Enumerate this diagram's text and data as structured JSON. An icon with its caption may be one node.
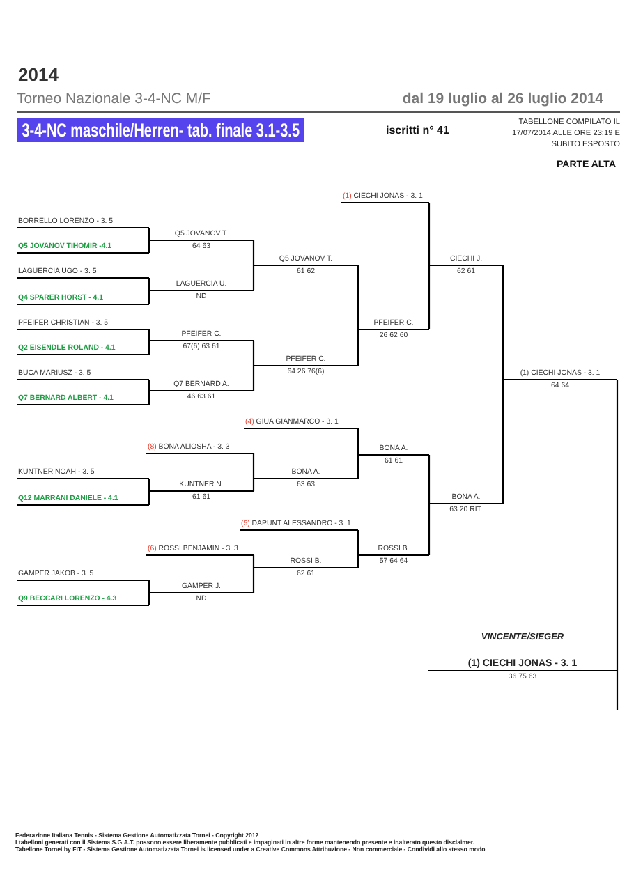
{
  "diagram": {
    "title": "3-4-NC maschile/Herren- tab. finale 3.1-3.5",
    "nodes": [
      {
        "text": [
          "(1) CIECHI JONAS - 3. 1"
        ]
      },
      {
        "text": [
          "BORRELLO LORENZO - 3. 5"
        ]
      },
      {
        "text": [
          "Q5 JOVANOV T.",
          "64 63"
        ]
      },
      {
        "text": [
          "Q5 JOVANOV TIHOMIR -4.1"
        ]
      },
      {
        "text": [
          "Q5 JOVANOV T.",
          "61 62"
        ]
      },
      {
        "text": [
          "CIECHI J.",
          "62 61"
        ]
      },
      {
        "text": [
          "LAGUERCIA UGO - 3. 5"
        ]
      },
      {
        "text": [
          "LAGUERCIA U.",
          "ND"
        ]
      },
      {
        "text": [
          "Q4 SPARER HORST - 4.1"
        ]
      },
      {
        "text": [
          "PFEIFER CHRISTIAN - 3. 5"
        ]
      },
      {
        "text": [
          "PFEIFER C.",
          "26 62 60"
        ]
      },
      {
        "text": [
          "PFEIFER C.",
          "67(6) 63 61"
        ]
      },
      {
        "text": [
          "Q2 EISENDLE ROLAND - 4.1"
        ]
      },
      {
        "text": [
          "PFEIFER C.",
          "64 26 76(6)"
        ]
      },
      {
        "text": [
          "BUCA MARIUSZ - 3. 5"
        ]
      },
      {
        "text": [
          "(1) CIECHI JONAS - 3. 1",
          "64 64"
        ]
      },
      {
        "text": [
          "Q7 BERNARD A.",
          "46 63 61"
        ]
      },
      {
        "text": [
          "Q7 BERNARD ALBERT - 4.1"
        ]
      },
      {
        "text": [
          "(4) GIUA GIANMARCO - 3. 1"
        ]
      },
      {
        "text": [
          "(8) BONA ALIOSHA - 3. 3"
        ]
      },
      {
        "text": [
          "BONA A.",
          "61 61"
        ]
      },
      {
        "text": [
          "KUNTNER NOAH - 3. 5"
        ]
      },
      {
        "text": [
          "BONA A.",
          "63 63"
        ]
      },
      {
        "text": [
          "KUNTNER N.",
          "61 61"
        ]
      },
      {
        "text": [
          "BONA A.",
          "63 20 RIT."
        ]
      },
      {
        "text": [
          "Q12 MARRANI DANIELE - 4.1"
        ]
      },
      {
        "text": [
          "(5) DAPUNT ALESSANDRO - 3. 1"
        ]
      },
      {
        "text": [
          "(6) ROSSI BENJAMIN - 3. 3"
        ]
      },
      {
        "text": [
          "ROSSI B.",
          "57 64 64"
        ]
      },
      {
        "text": [
          "ROSSI B.",
          "62 61"
        ]
      },
      {
        "text": [
          "GAMPER JAKOB - 3. 5"
        ]
      },
      {
        "text": [
          "GAMPER J.",
          "ND"
        ]
      },
      {
        "text": [
          "Q9 BECCARI LORENZO - 4.3"
        ]
      },
      {
        "text": [
          "VINCENTE/SIEGER",
          "(1) CIECHI JONAS - 3. 1",
          "36 75 63"
        ]
      }
    ],
    "edges": [
      {
        "from": 1,
        "to": 2,
        "arrow": "none"
      },
      {
        "from": 3,
        "to": 2,
        "arrow": "none"
      },
      {
        "from": 6,
        "to": 7,
        "arrow": "none"
      },
      {
        "from": 8,
        "to": 7,
        "arrow": "none"
      },
      {
        "from": 2,
        "to": 4,
        "arrow": "none"
      },
      {
        "from": 7,
        "to": 4,
        "arrow": "none"
      },
      {
        "from": 9,
        "to": 11,
        "arrow": "none"
      },
      {
        "from": 12,
        "to": 11,
        "arrow": "none"
      },
      {
        "from": 14,
        "to": 16,
        "arrow": "none"
      },
      {
        "from": 17,
        "to": 16,
        "arrow": "none"
      },
      {
        "from": 11,
        "to": 13,
        "arrow": "none"
      },
      {
        "from": 16,
        "to": 13,
        "arrow": "none"
      },
      {
        "from": 4,
        "to": 10,
        "arrow": "none"
      },
      {
        "from": 13,
        "to": 10,
        "arrow": "none"
      },
      {
        "from": 0,
        "to": 5,
        "arrow": "none"
      },
      {
        "from": 10,
        "to": 5,
        "arrow": "none"
      },
      {
        "from": 19,
        "to": 22,
        "arrow": "none"
      },
      {
        "from": 21,
        "to": 23,
        "arrow": "none"
      },
      {
        "from": 25,
        "to": 23,
        "arrow": "none"
      },
      {
        "from": 23,
        "to": 22,
        "arrow": "none"
      },
      {
        "from": 18,
        "to": 20,
        "arrow": "none"
      },
      {
        "from": 22,
        "to": 20,
        "arrow": "none"
      },
      {
        "from": 26,
        "to": 28,
        "arrow": "none"
      },
      {
        "from": 27,
        "to": 29,
        "arrow": "none"
      },
      {
        "from": 30,
        "to": 31,
        "arrow": "none"
      },
      {
        "from": 32,
        "to": 31,
        "arrow": "none"
      },
      {
        "from": 31,
        "to": 29,
        "arrow": "none"
      },
      {
        "from": 29,
        "to": 28,
        "arrow": "none"
      },
      {
        "from": 20,
        "to": 24,
        "arrow": "none"
      },
      {
        "from": 28,
        "to": 24,
        "arrow": "none"
      },
      {
        "from": 5,
        "to": 15,
        "arrow": "none"
      },
      {
        "from": 24,
        "to": 15,
        "arrow": "none"
      },
      {
        "from": 15,
        "to": 33,
        "arrow": "none"
      },
      {
        "from": null,
        "to": 33,
        "arrow": "none"
      }
    ],
    "labels": [
      "2014",
      "Torneo Nazionale 3-4-NC M/F",
      "dal 19 luglio al 26 luglio 2014",
      "iscritti n° 41",
      "TABELLONE COMPILATO IL 17/07/2014 ALLE ORE 23:19 E SUBITO ESPOSTO",
      "PARTE ALTA",
      "Federazione Italiana Tennis - Sistema Gestione Automatizzata Tornei - Copyright 2012",
      "I tabelloni generati con il Sistema S.G.A.T. possono essere liberamente pubblicati e impaginati in altre forme mantenendo presente e inalterato questo disclaimer.",
      "Tabellone Tornei by FIT - Sistema Gestione Automatizzata Tornei is licensed under a Creative Commons Attribuzione - Non commerciale - Condividi allo stesso modo"
    ]
  }
}
